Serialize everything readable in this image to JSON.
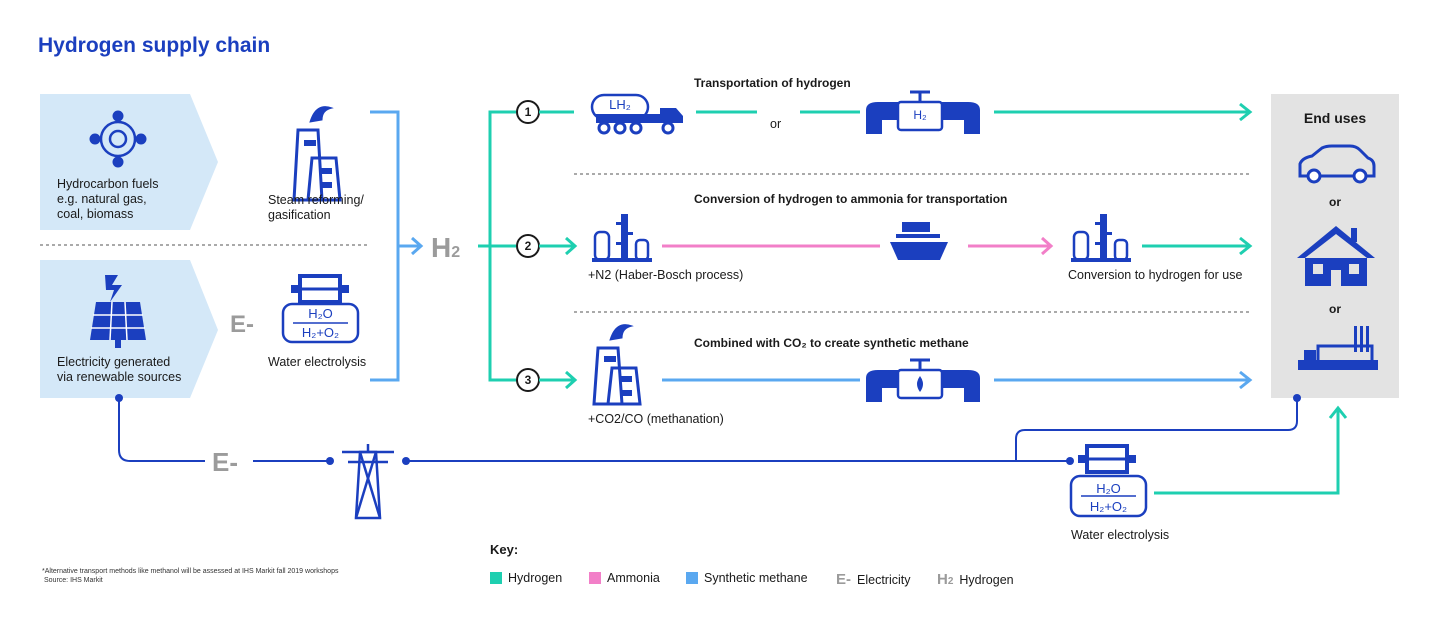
{
  "title": "Hydrogen supply chain",
  "sources": {
    "hydrocarbon": [
      "Hydrocarbon fuels",
      "e.g. natural gas,",
      "coal, biomass"
    ],
    "renewable": [
      "Electricity generated",
      "via renewable sources"
    ]
  },
  "processes": {
    "steam": [
      "Steam reforming/",
      "gasification"
    ],
    "electrolysis": "Water electrolysis",
    "electrolysis2": "Water electrolysis",
    "h2o": "H₂O",
    "h2o2": "H₂+O₂"
  },
  "symbols": {
    "h2": "H",
    "h2_sub": "2",
    "e_minus": "E-",
    "lh2": "LH₂",
    "pipe_h2": "H₂"
  },
  "routes": [
    {
      "num": "1",
      "header": "Transportation of hydrogen",
      "or": "or"
    },
    {
      "num": "2",
      "header": "Conversion of hydrogen to ammonia for transportation",
      "left_label": "+N2 (Haber-Bosch process)",
      "right_label": "Conversion to hydrogen for use"
    },
    {
      "num": "3",
      "header": "Combined with CO₂ to create synthetic methane",
      "left_label": "+CO2/CO (methanation)"
    }
  ],
  "end_uses": {
    "title": "End uses",
    "or1": "or",
    "or2": "or"
  },
  "footnote": [
    "*Alternative transport methods like methanol will be assessed at IHS Markit fall 2019 workshops",
    "Source: IHS Markit"
  ],
  "key": {
    "title": "Key:",
    "items": [
      {
        "label": "Hydrogen",
        "color": "#1ecfb0"
      },
      {
        "label": "Ammonia",
        "color": "#f27fc8"
      },
      {
        "label": "Synthetic methane",
        "color": "#5aa8f0"
      },
      {
        "label": "Electricity",
        "symbol": "E-"
      },
      {
        "label": "Hydrogen",
        "symbol": "H",
        "sub": "2"
      }
    ]
  },
  "colors": {
    "blue": "#1b3fbf",
    "teal": "#1ecfb0",
    "pink": "#f27fc8",
    "lightblue": "#5aa8f0",
    "panel": "#d4e8f8",
    "grey": "#e3e3e3"
  }
}
